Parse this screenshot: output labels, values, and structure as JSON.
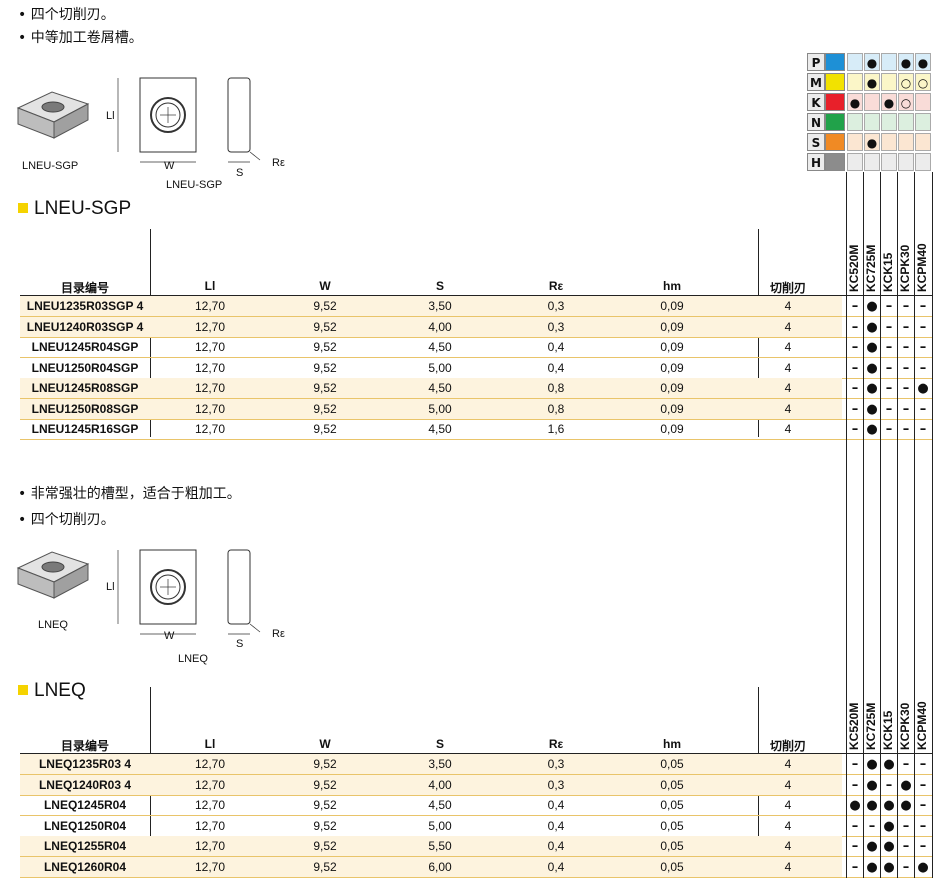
{
  "section1": {
    "bullets": [
      "• 四个切削刃。",
      "• 中等加工卷屑槽。"
    ],
    "title": "LNEU-SGP",
    "image_label": "LNEU-SGP",
    "dim_labels": {
      "li": "Ll",
      "w": "W",
      "s": "S",
      "re": "Rε",
      "view_label": "LNEU-SGP"
    },
    "headers": [
      "目录编号",
      "Ll",
      "W",
      "S",
      "Rε",
      "hm",
      "切削刃"
    ],
    "rows": [
      {
        "pn": "LNEU1235R03SGP 4",
        "li": "12,70",
        "w": "9,52",
        "s": "3,50",
        "re": "0,3",
        "hm": "0,09",
        "edges": "4",
        "hl": true,
        "marks": [
          "–",
          "●",
          "–",
          "–",
          "–"
        ]
      },
      {
        "pn": "LNEU1240R03SGP 4",
        "li": "12,70",
        "w": "9,52",
        "s": "4,00",
        "re": "0,3",
        "hm": "0,09",
        "edges": "4",
        "hl": true,
        "marks": [
          "–",
          "●",
          "–",
          "–",
          "–"
        ]
      },
      {
        "pn": "LNEU1245R04SGP",
        "li": "12,70",
        "w": "9,52",
        "s": "4,50",
        "re": "0,4",
        "hm": "0,09",
        "edges": "4",
        "hl": false,
        "marks": [
          "–",
          "●",
          "–",
          "–",
          "–"
        ]
      },
      {
        "pn": "LNEU1250R04SGP",
        "li": "12,70",
        "w": "9,52",
        "s": "5,00",
        "re": "0,4",
        "hm": "0,09",
        "edges": "4",
        "hl": false,
        "marks": [
          "–",
          "●",
          "–",
          "–",
          "–"
        ]
      },
      {
        "pn": "LNEU1245R08SGP",
        "li": "12,70",
        "w": "9,52",
        "s": "4,50",
        "re": "0,8",
        "hm": "0,09",
        "edges": "4",
        "hl": true,
        "marks": [
          "–",
          "●",
          "–",
          "–",
          "●"
        ]
      },
      {
        "pn": "LNEU1250R08SGP",
        "li": "12,70",
        "w": "9,52",
        "s": "5,00",
        "re": "0,8",
        "hm": "0,09",
        "edges": "4",
        "hl": true,
        "marks": [
          "–",
          "●",
          "–",
          "–",
          "–"
        ]
      },
      {
        "pn": "LNEU1245R16SGP",
        "li": "12,70",
        "w": "9,52",
        "s": "4,50",
        "re": "1,6",
        "hm": "0,09",
        "edges": "4",
        "hl": false,
        "marks": [
          "–",
          "●",
          "–",
          "–",
          "–"
        ]
      }
    ]
  },
  "section2": {
    "bullets": [
      "• 非常强壮的槽型，适合于粗加工。",
      "• 四个切削刃。"
    ],
    "title": "LNEQ",
    "image_label": "LNEQ",
    "dim_labels": {
      "li": "Ll",
      "w": "W",
      "s": "S",
      "re": "Rε",
      "view_label": "LNEQ"
    },
    "headers": [
      "目录编号",
      "Ll",
      "W",
      "S",
      "Rε",
      "hm",
      "切削刃"
    ],
    "rows": [
      {
        "pn": "LNEQ1235R03 4",
        "li": "12,70",
        "w": "9,52",
        "s": "3,50",
        "re": "0,3",
        "hm": "0,05",
        "edges": "4",
        "hl": true,
        "marks": [
          "–",
          "●",
          "●",
          "–",
          "–"
        ]
      },
      {
        "pn": "LNEQ1240R03 4",
        "li": "12,70",
        "w": "9,52",
        "s": "4,00",
        "re": "0,3",
        "hm": "0,05",
        "edges": "4",
        "hl": true,
        "marks": [
          "–",
          "●",
          "–",
          "●",
          "–"
        ]
      },
      {
        "pn": "LNEQ1245R04",
        "li": "12,70",
        "w": "9,52",
        "s": "4,50",
        "re": "0,4",
        "hm": "0,05",
        "edges": "4",
        "hl": false,
        "marks": [
          "●",
          "●",
          "●",
          "●",
          "–"
        ]
      },
      {
        "pn": "LNEQ1250R04",
        "li": "12,70",
        "w": "9,52",
        "s": "5,00",
        "re": "0,4",
        "hm": "0,05",
        "edges": "4",
        "hl": false,
        "marks": [
          "–",
          "–",
          "●",
          "–",
          "–"
        ]
      },
      {
        "pn": "LNEQ1255R04",
        "li": "12,70",
        "w": "9,52",
        "s": "5,50",
        "re": "0,4",
        "hm": "0,05",
        "edges": "4",
        "hl": true,
        "marks": [
          "–",
          "●",
          "●",
          "–",
          "–"
        ]
      },
      {
        "pn": "LNEQ1260R04",
        "li": "12,70",
        "w": "9,52",
        "s": "6,00",
        "re": "0,4",
        "hm": "0,05",
        "edges": "4",
        "hl": true,
        "marks": [
          "–",
          "●",
          "●",
          "–",
          "●"
        ]
      }
    ]
  },
  "grades": [
    "KC520M",
    "KC725M",
    "KCK15",
    "KCPK30",
    "KCPM40"
  ],
  "legend": [
    {
      "letter": "P",
      "color": "#1e90d6",
      "cells": [
        "",
        "●",
        "",
        "●",
        "●"
      ]
    },
    {
      "letter": "M",
      "color": "#f2e200",
      "cells": [
        "",
        "●",
        "",
        "○",
        "○"
      ]
    },
    {
      "letter": "K",
      "color": "#e8202a",
      "cells": [
        "●",
        "",
        "●",
        "○",
        ""
      ]
    },
    {
      "letter": "N",
      "color": "#21a24a",
      "cells": [
        "",
        "",
        "",
        "",
        ""
      ]
    },
    {
      "letter": "S",
      "color": "#f08a24",
      "cells": [
        "",
        "●",
        "",
        "",
        ""
      ]
    },
    {
      "letter": "H",
      "color": "#8c8c8c",
      "cells": [
        "",
        "",
        "",
        "",
        ""
      ]
    }
  ],
  "legend_cell_colors": [
    "#d7ecf8",
    "#fbf6c8",
    "#f9dcd8",
    "#dcefdf",
    "#fbe6d2",
    "#ececec"
  ]
}
